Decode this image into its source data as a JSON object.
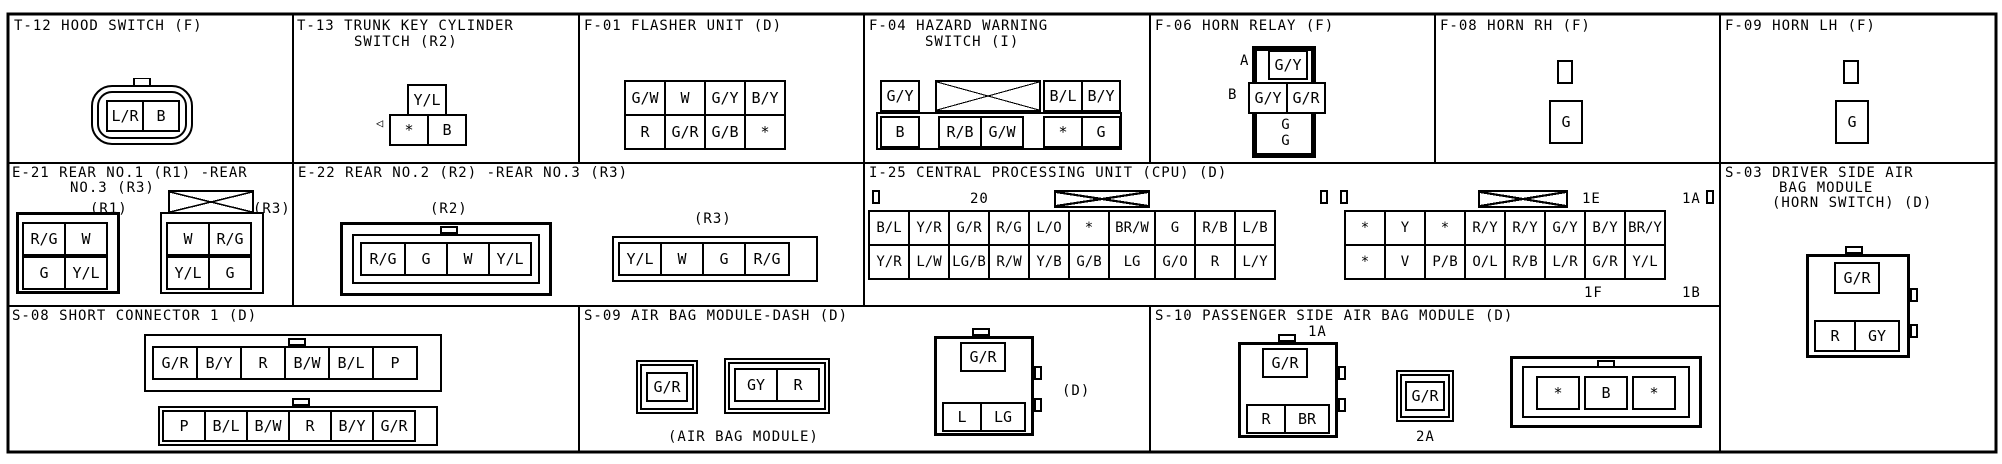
{
  "panels": {
    "t12": {
      "title": "T-12 HOOD SWITCH (F)",
      "pins": [
        "L/R",
        "B"
      ]
    },
    "t13": {
      "title": "T-13 TRUNK KEY CYLINDER",
      "title2": "SWITCH (R2)",
      "top": "Y/L",
      "bottom": [
        "*",
        "B"
      ]
    },
    "f01": {
      "title": "F-01 FLASHER UNIT (D)",
      "top": [
        "G/W",
        "W",
        "G/Y",
        "B/Y"
      ],
      "bottom": [
        "R",
        "G/R",
        "G/B",
        "*"
      ]
    },
    "f04": {
      "title": "F-04 HAZARD WARNING",
      "title2": "SWITCH (I)",
      "top": [
        "G/Y",
        "B/L",
        "B/Y"
      ],
      "bottom": [
        "B",
        "R/B",
        "G/W",
        "*",
        "G"
      ]
    },
    "f06": {
      "title": "F-06 HORN RELAY (F)",
      "a": "A",
      "b": "B",
      "top": "G/Y",
      "mid": [
        "G/Y",
        "G/R"
      ],
      "bot": "G",
      "bot2": "G"
    },
    "f08": {
      "title": "F-08 HORN RH (F)",
      "pin": "G"
    },
    "f09": {
      "title": "F-09 HORN LH (F)",
      "pin": "G"
    },
    "e21": {
      "title": "E-21 REAR NO.1 (R1) -REAR",
      "title2": "NO.3 (R3)",
      "r1": "(R1)",
      "r3": "(R3)",
      "left": [
        [
          "R/G",
          "W"
        ],
        [
          "G",
          "Y/L"
        ]
      ],
      "right": [
        [
          "W",
          "R/G"
        ],
        [
          "Y/L",
          "G"
        ]
      ]
    },
    "e22": {
      "title": "E-22 REAR NO.2 (R2) -REAR NO.3 (R3)",
      "r2": "(R2)",
      "r3": "(R3)",
      "left": [
        "R/G",
        "G",
        "W",
        "Y/L"
      ],
      "right": [
        "Y/L",
        "W",
        "G",
        "R/G"
      ]
    },
    "i25": {
      "title": "I-25 CENTRAL PROCESSING UNIT (CPU) (D)",
      "n20": "20",
      "n1e": "1E",
      "n1a": "1A",
      "n1f": "1F",
      "n1b": "1B",
      "lt": [
        "B/L",
        "Y/R",
        "G/R",
        "R/G",
        "L/O",
        "*",
        "BR/W",
        "G",
        "R/B",
        "L/B"
      ],
      "lb": [
        "Y/R",
        "L/W",
        "LG/B",
        "R/W",
        "Y/B",
        "G/B",
        "LG",
        "G/O",
        "R",
        "L/Y"
      ],
      "rt": [
        "*",
        "Y",
        "*",
        "R/Y",
        "R/Y",
        "G/Y",
        "B/Y",
        "BR/Y"
      ],
      "rb": [
        "*",
        "V",
        "P/B",
        "O/L",
        "R/B",
        "L/R",
        "G/R",
        "Y/L"
      ]
    },
    "s03": {
      "title": "S-03 DRIVER SIDE AIR",
      "title2": "BAG MODULE",
      "title3": "(HORN SWITCH) (D)",
      "top": "G/R",
      "bot": [
        "R",
        "GY"
      ]
    },
    "s08": {
      "title": "S-08 SHORT CONNECTOR 1 (D)",
      "top": [
        "G/R",
        "B/Y",
        "R",
        "B/W",
        "B/L",
        "P"
      ],
      "bottom": [
        "P",
        "B/L",
        "B/W",
        "R",
        "B/Y",
        "G/R"
      ]
    },
    "s09": {
      "title": "S-09 AIR BAG MODULE-DASH (D)",
      "c1": "G/R",
      "c2": [
        "GY",
        "R"
      ],
      "c3top": "G/R",
      "c3bot": [
        "L",
        "LG"
      ],
      "d": "(D)",
      "caption": "(AIR BAG MODULE)"
    },
    "s10": {
      "title": "S-10 PASSENGER SIDE AIR BAG MODULE (D)",
      "n1a": "1A",
      "n2a": "2A",
      "c1top": "G/R",
      "c1bot": [
        "R",
        "BR"
      ],
      "c2": "G/R",
      "c3": [
        "*",
        "B",
        "*"
      ]
    }
  }
}
